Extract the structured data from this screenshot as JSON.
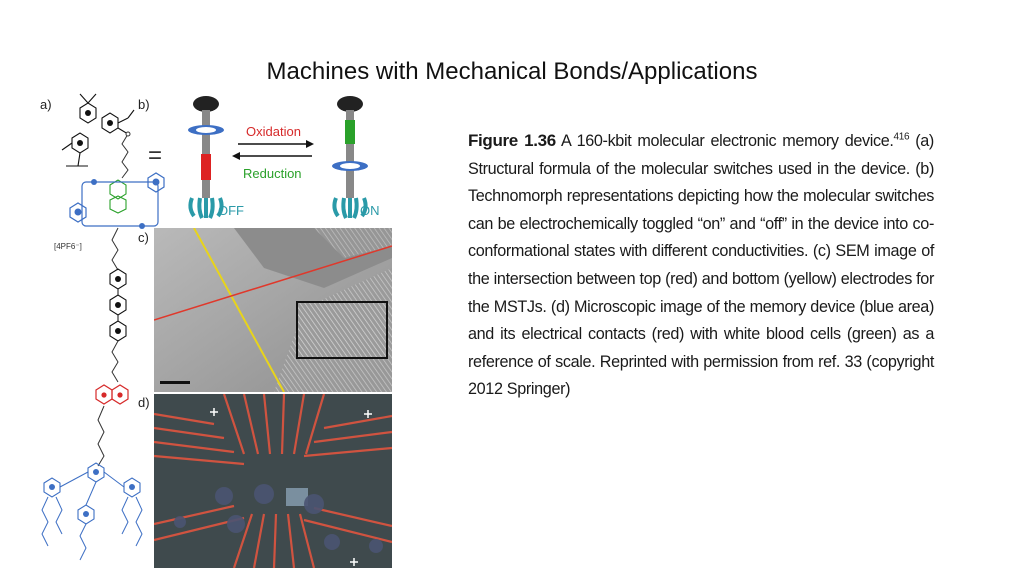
{
  "slide": {
    "title": "Machines with Mechanical Bonds/Applications"
  },
  "figure": {
    "panel_labels": {
      "a": "a)",
      "b": "b)",
      "c": "c)",
      "d": "d)"
    },
    "molecule_label": "[4PF6⁻]",
    "switch": {
      "oxidation": "Oxidation",
      "reduction": "Reduction",
      "off": "OFF",
      "on": "ON",
      "equals": "="
    }
  },
  "caption": {
    "figure_number": "Figure 1.36",
    "headline": "A 160-kbit molecular electronic memory device.",
    "ref_sup": "416",
    "body": "(a) Structural formula of the molecular switches used in the device. (b) Technomorph representations depicting how the molecular switches can be electrochemically toggled “on” and “off” in the device into co-conformational states with different conductivities. (c) SEM image of the intersection between top (red) and bottom (yellow) electrodes for the MSTJs. (d) Microscopic image of the memory device (blue area) and its electrical contacts (red) with white blood cells (green) as a reference of scale. Reprinted with permission from ref. 33 (copyright 2012 Springer)"
  },
  "colors": {
    "oxidation_text": "#d62a2a",
    "reduction_text": "#2aa12a",
    "off_on_text": "#2a9aa8",
    "electrode_red": "#e0382b",
    "electrode_yellow": "#e8d41a",
    "ring_blue": "#3d6fc4"
  }
}
